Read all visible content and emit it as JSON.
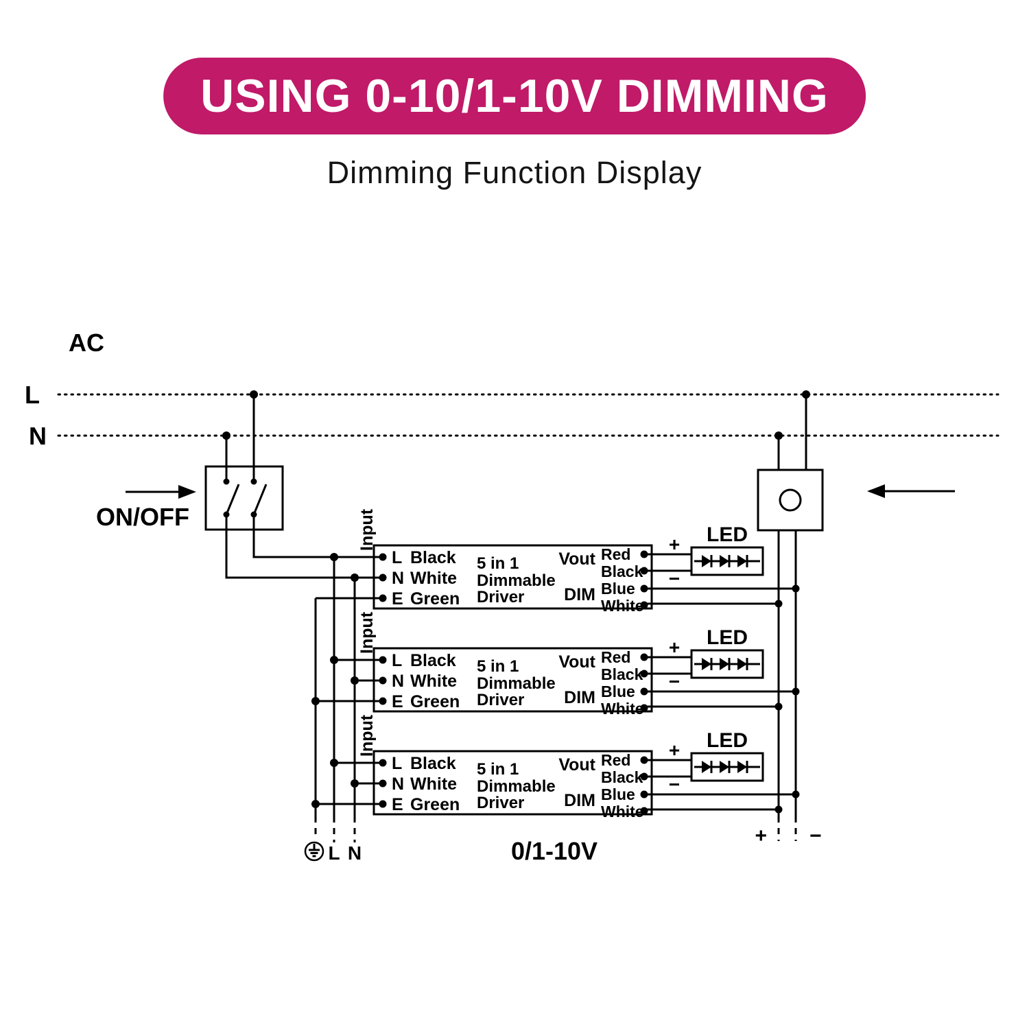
{
  "header": {
    "banner": "USING 0-10/1-10V DIMMING",
    "subtitle": "Dimming Function Display"
  },
  "colors": {
    "banner_bg": "#C01A68",
    "ink": "#000000",
    "background": "#FFFFFF"
  },
  "diagram": {
    "ac": "AC",
    "line_l": "L",
    "line_n": "N",
    "on_off": "ON/OFF",
    "led": "LED",
    "plus": "+",
    "minus": "−",
    "input": "Input",
    "ground": {
      "l": "L",
      "n": "N"
    },
    "dim_signal": "0/1-10V",
    "driver": {
      "terminals": [
        {
          "term": "L",
          "color": "Black"
        },
        {
          "term": "N",
          "color": "White"
        },
        {
          "term": "E",
          "color": "Green"
        }
      ],
      "name_lines": [
        "5 in 1",
        "Dimmable",
        "Driver"
      ],
      "vout": "Vout",
      "dim": "DIM",
      "outputs": [
        "Red",
        "Black",
        "Blue",
        "White"
      ]
    }
  }
}
